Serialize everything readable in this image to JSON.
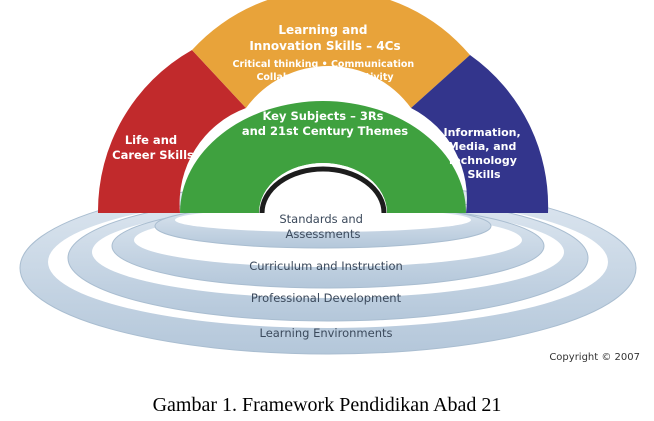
{
  "diagram": {
    "arcs": {
      "top": {
        "title_lines": [
          "Learning and",
          "Innovation Skills – 4Cs"
        ],
        "detail_lines": [
          "Critical thinking • Communication",
          "Collaboration • Creativity"
        ],
        "color": "#e8a33a"
      },
      "left": {
        "lines": [
          "Life and",
          "Career Skills"
        ],
        "color": "#c12a2c"
      },
      "right": {
        "lines": [
          "Information,",
          "Media, and",
          "Technology",
          "Skills"
        ],
        "color": "#33358c"
      },
      "inner": {
        "lines": [
          "Key Subjects – 3Rs",
          "and 21st Century Themes"
        ],
        "color": "#3fa13f"
      }
    },
    "rings": [
      {
        "lines": [
          "Standards and",
          "Assessments"
        ]
      },
      {
        "lines": [
          "Curriculum and Instruction"
        ]
      },
      {
        "lines": [
          "Professional Development"
        ]
      },
      {
        "lines": [
          "Learning Environments"
        ]
      }
    ],
    "ring_color": "#c9d8e6",
    "copyright": "Copyright © 2007"
  },
  "caption": "Gambar 1. Framework Pendidikan Abad 21"
}
